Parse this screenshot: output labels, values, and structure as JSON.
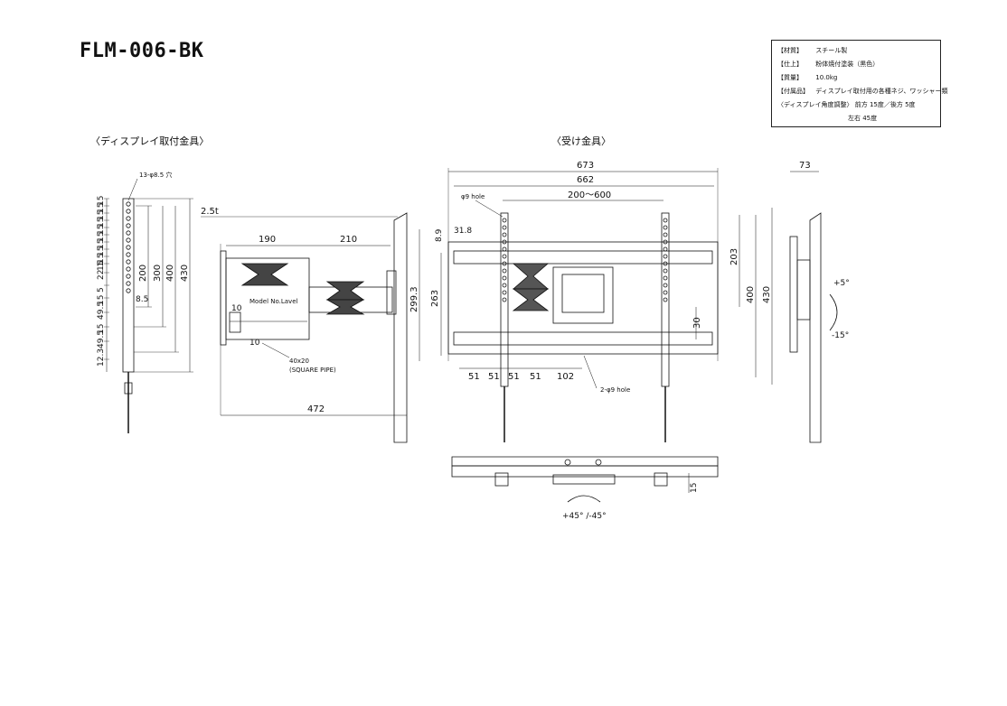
{
  "model_no": "FLM-006-BK",
  "spec_table": {
    "rows": [
      {
        "key": "【材質】",
        "value": "スチール製"
      },
      {
        "key": "【仕上】",
        "value": "粉体焼付塗装（黒色）"
      },
      {
        "key": "【質量】",
        "value": "10.0kg"
      },
      {
        "key": "【付属品】",
        "value": "ディスプレイ取付用の各種ネジ、ワッシャー類"
      },
      {
        "key": "〈ディスプレイ角度調整〉",
        "value": "前方 15度／後方 5度"
      }
    ],
    "swivel": "左右 45度"
  },
  "sections": {
    "display_bracket": "〈ディスプレイ取付金具〉",
    "receiving_bracket": "〈受け金具〉"
  },
  "left_view": {
    "hole_note": "13-φ8.5 穴",
    "pitches": [
      "15",
      "15",
      "15",
      "15",
      "15",
      "15",
      "15",
      "15",
      "15",
      "15",
      "22.1",
      "5",
      "15",
      "49.5",
      "15",
      "49.5",
      "12.3"
    ],
    "dims": [
      "200",
      "300",
      "400",
      "430"
    ],
    "small_8_5": "8.5"
  },
  "side_view": {
    "thickness": "2.5t",
    "arm1": "190",
    "arm2": "210",
    "label": "Model No.Lavel",
    "d10a": "10",
    "d10b": "10",
    "depth_min": "299.3",
    "pipe_size": "40x20",
    "pipe_type": "(SQUARE PIPE)",
    "total_depth": "472"
  },
  "front_view": {
    "w_total": "673",
    "w_plate": "662",
    "w_range": "200～600",
    "hole_note": "φ9 hole",
    "d31_8": "31.8",
    "d8_9": "8.9",
    "h263": "263",
    "h203": "203",
    "h400": "400",
    "h430": "430",
    "h30": "30",
    "bottom_dims": [
      "51",
      "51",
      "51",
      "51",
      "102"
    ],
    "hole2": "2-φ9 hole"
  },
  "tilt_view": {
    "width": "73",
    "tilt_up": "+5°",
    "tilt_down": "-15°"
  },
  "top_view": {
    "depth": "15",
    "swivel": "+45° /-45°"
  }
}
